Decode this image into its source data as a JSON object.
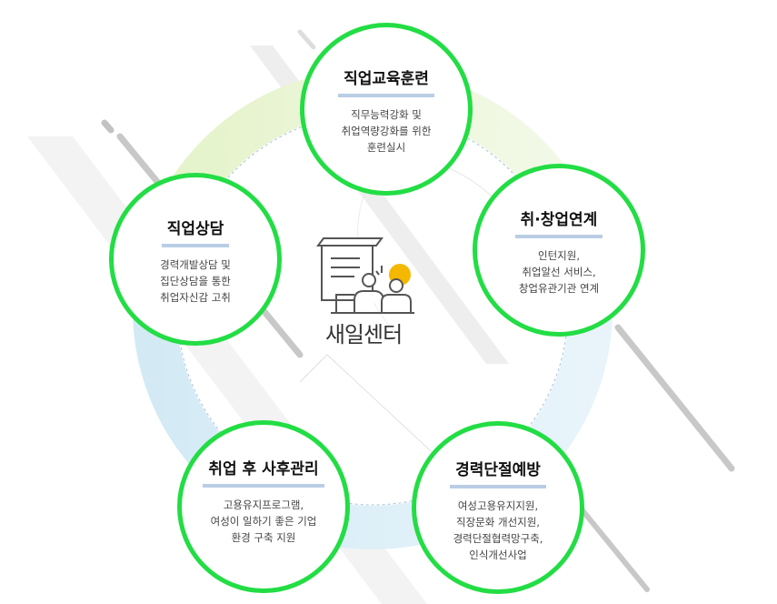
{
  "center": {
    "label": "새일센터"
  },
  "nodes": [
    {
      "id": "training",
      "title": "직업교육훈련",
      "desc": [
        "직무능력강화 및",
        "취업역량강화를 위한",
        "훈련실시"
      ]
    },
    {
      "id": "linkage",
      "title": "취·창업연계",
      "desc": [
        "인턴지원,",
        "취업알선 서비스,",
        "창업유관기관 연계"
      ]
    },
    {
      "id": "prevention",
      "title": "경력단절예방",
      "desc": [
        "여성고용유지지원,",
        "직장문화 개선지원,",
        "경력단절협력망구축,",
        "인식개선사업"
      ]
    },
    {
      "id": "aftercare",
      "title": "취업 후 사후관리",
      "desc": [
        "고용유지프로그램,",
        "여성이 일하기 좋은 기업",
        "환경 구축 지원"
      ]
    },
    {
      "id": "counseling",
      "title": "직업상담",
      "desc": [
        "경력개발상담 및",
        "집단상담을 통한",
        "취업자신감 고취"
      ]
    }
  ],
  "colors": {
    "ring": "#22dd44",
    "title_underline": "#b9cde4",
    "accent_dot": "#f5b800",
    "arc_green": "#eef6dc",
    "arc_blue": "#dcecf5"
  }
}
